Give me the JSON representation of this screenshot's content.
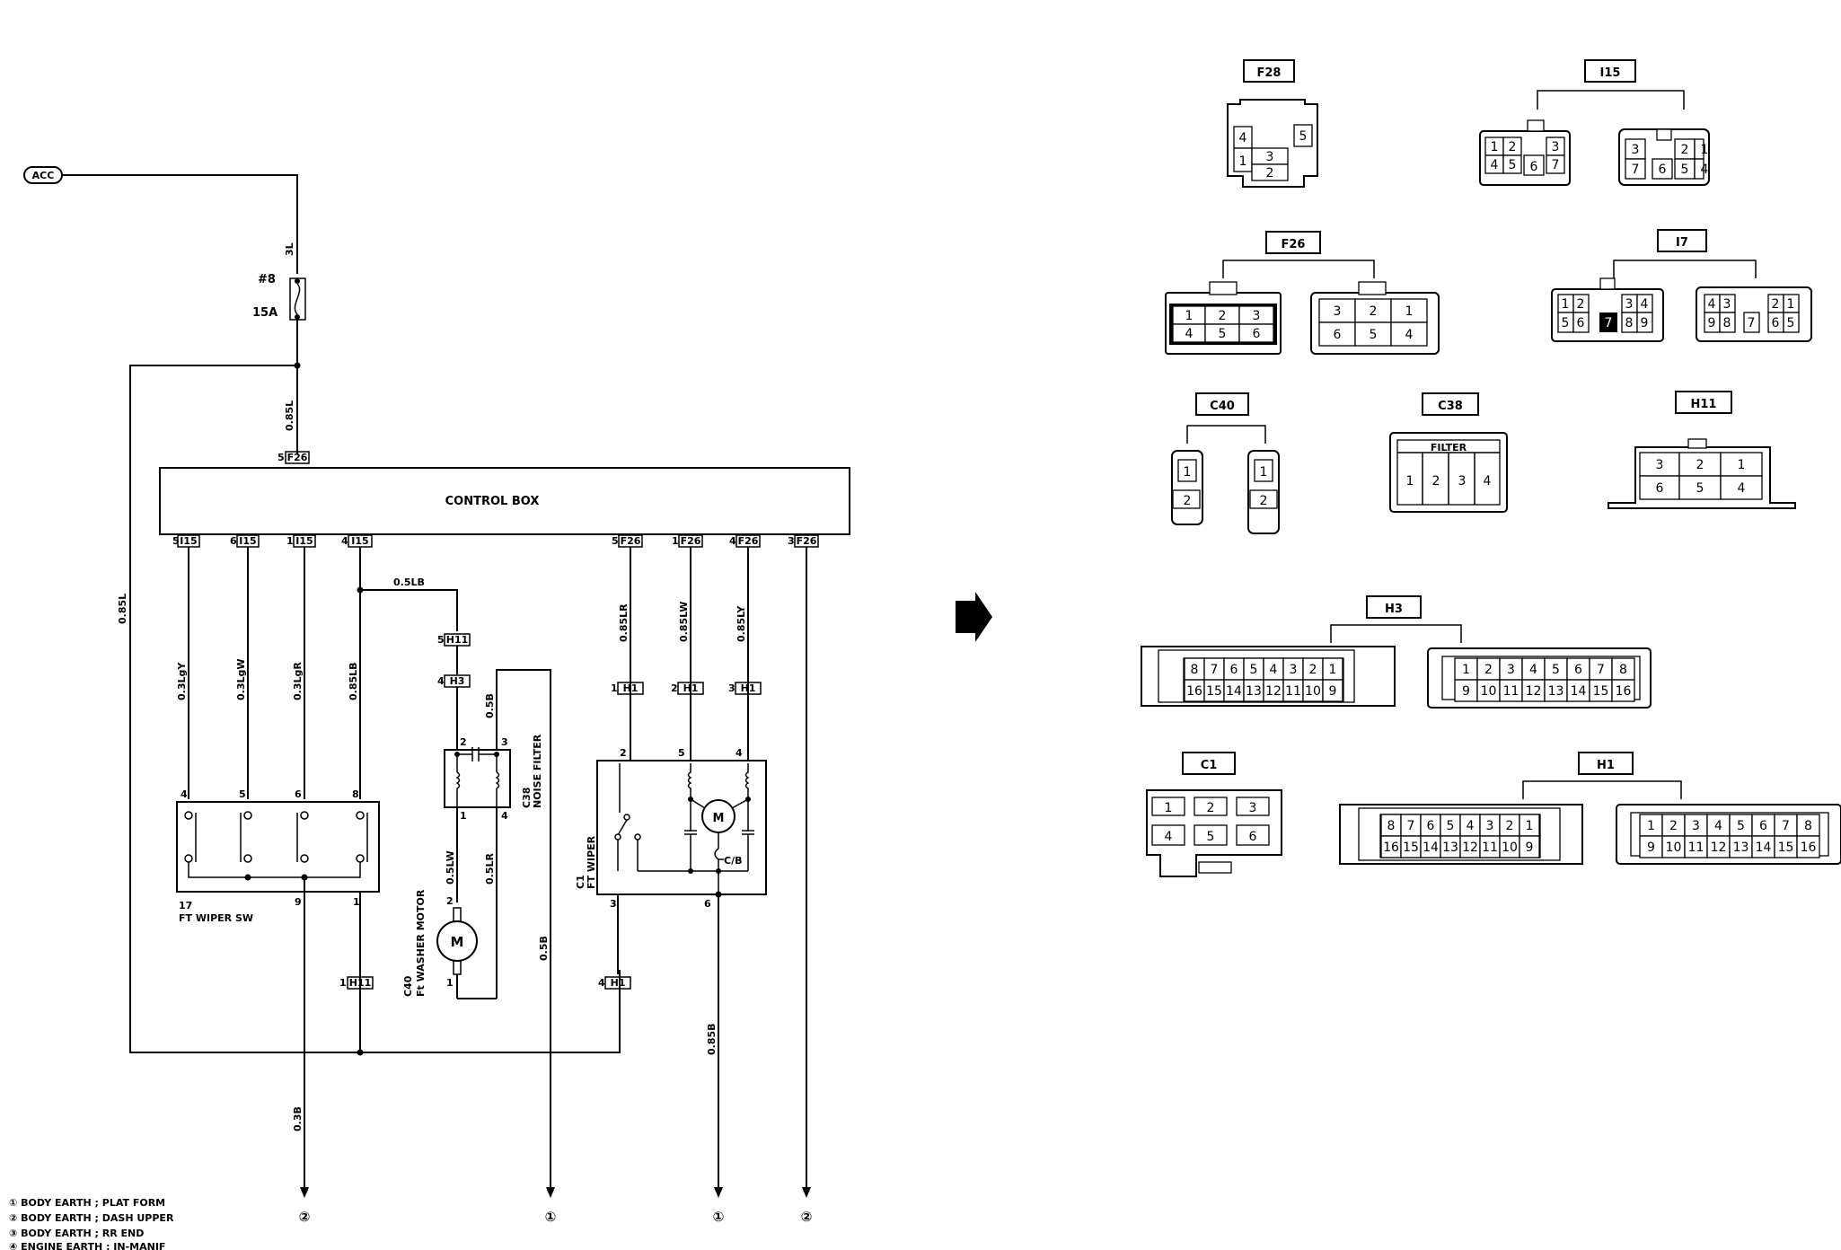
{
  "source": "ACC",
  "fuse": {
    "number": "#8",
    "rating": "15A"
  },
  "control_box": {
    "label": "CONTROL BOX",
    "top_pin": {
      "pin": "5",
      "conn": "F26"
    },
    "bottom_pins": [
      {
        "pin": "5",
        "conn": "I15"
      },
      {
        "pin": "6",
        "conn": "I15"
      },
      {
        "pin": "1",
        "conn": "I15"
      },
      {
        "pin": "4",
        "conn": "I15"
      },
      {
        "pin": "5",
        "conn": "F26"
      },
      {
        "pin": "1",
        "conn": "F26"
      },
      {
        "pin": "4",
        "conn": "F26"
      },
      {
        "pin": "3",
        "conn": "F26"
      }
    ]
  },
  "wires": {
    "w_3l": "3L",
    "w_085l_a": "0.85L",
    "w_085l_b": "0.85L",
    "w_03lgy": "0.3LgY",
    "w_03lgw": "0.3LgW",
    "w_03lgr": "0.3LgR",
    "w_085lb": "0.85LB",
    "w_05lb": "0.5LB",
    "w_05b_a": "0.5B",
    "w_05b_b": "0.5B",
    "w_05lw": "0.5LW",
    "w_05lr": "0.5LR",
    "w_085lr": "0.85LR",
    "w_085lw": "0.85LW",
    "w_085ly": "0.85LY",
    "w_03b": "0.3B",
    "w_085b": "0.85B"
  },
  "inline_connectors": {
    "h11_5": {
      "pin": "5",
      "conn": "H11"
    },
    "h3_4": {
      "pin": "4",
      "conn": "H3"
    },
    "h1_1": {
      "pin": "1",
      "conn": "H1"
    },
    "h1_2": {
      "pin": "2",
      "conn": "H1"
    },
    "h1_3": {
      "pin": "3",
      "conn": "H1"
    },
    "h11_1": {
      "pin": "1",
      "conn": "H11"
    },
    "h1_4": {
      "pin": "4",
      "conn": "H1"
    }
  },
  "components": {
    "wiper_sw": {
      "id": "17",
      "name": "FT WIPER SW",
      "pins_top": [
        "4",
        "5",
        "6",
        "8"
      ],
      "pins_bottom": [
        "9",
        "1"
      ]
    },
    "noise_filter": {
      "id": "C38",
      "name": "NOISE FILTER",
      "pins": [
        "2",
        "3",
        "1",
        "4"
      ]
    },
    "washer_motor": {
      "id": "C40",
      "name": "Ft WASHER MOTOR",
      "motor": "M",
      "pins": [
        "2",
        "1"
      ]
    },
    "wiper": {
      "id": "C1",
      "name": "FT WIPER",
      "motor": "M",
      "pins_top": [
        "2",
        "5",
        "4"
      ],
      "pins_bottom": [
        "3",
        "6"
      ],
      "cb": "C/B"
    }
  },
  "earth_symbols": [
    "②",
    "①",
    "①",
    "②"
  ],
  "legend": [
    "① BODY EARTH ; PLAT FORM",
    "② BODY EARTH ; DASH UPPER",
    "③ BODY EARTH ; RR END",
    "④ ENGINE EARTH ; IN-MANIF"
  ],
  "connectors": {
    "F28": {
      "title": "F28",
      "pins": [
        "4",
        "5",
        "1",
        "3",
        "2"
      ]
    },
    "I15": {
      "title": "I15",
      "left": [
        "1",
        "2",
        "3",
        "4",
        "5",
        "6",
        "7"
      ],
      "right": [
        "3",
        "2",
        "1",
        "7",
        "6",
        "5",
        "4"
      ]
    },
    "F26": {
      "title": "F26",
      "left": [
        "1",
        "2",
        "3",
        "4",
        "5",
        "6"
      ],
      "right": [
        "3",
        "2",
        "1",
        "6",
        "5",
        "4"
      ]
    },
    "I7": {
      "title": "I7",
      "left": [
        "1",
        "2",
        "3",
        "4",
        "5",
        "6",
        "7",
        "8",
        "9"
      ],
      "right": [
        "4",
        "3",
        "2",
        "1",
        "9",
        "8",
        "7",
        "6",
        "5"
      ]
    },
    "C40": {
      "title": "C40",
      "pins": [
        "1",
        "2"
      ]
    },
    "C38": {
      "title": "C38",
      "caption": "FILTER",
      "pins": [
        "1",
        "2",
        "3",
        "4"
      ]
    },
    "H11": {
      "title": "H11",
      "pins": [
        "3",
        "2",
        "1",
        "6",
        "5",
        "4"
      ]
    },
    "H3": {
      "title": "H3",
      "left_top": [
        "8",
        "7",
        "6",
        "5",
        "4",
        "3",
        "2",
        "1"
      ],
      "left_bottom": [
        "16",
        "15",
        "14",
        "13",
        "12",
        "11",
        "10",
        "9"
      ],
      "right_top": [
        "1",
        "2",
        "3",
        "4",
        "5",
        "6",
        "7",
        "8"
      ],
      "right_bottom": [
        "9",
        "10",
        "11",
        "12",
        "13",
        "14",
        "15",
        "16"
      ]
    },
    "C1": {
      "title": "C1",
      "pins": [
        "1",
        "2",
        "3",
        "4",
        "5",
        "6"
      ]
    },
    "H1": {
      "title": "H1",
      "left_top": [
        "8",
        "7",
        "6",
        "5",
        "4",
        "3",
        "2",
        "1"
      ],
      "left_bottom": [
        "16",
        "15",
        "14",
        "13",
        "12",
        "11",
        "10",
        "9"
      ],
      "right_top": [
        "1",
        "2",
        "3",
        "4",
        "5",
        "6",
        "7",
        "8"
      ],
      "right_bottom": [
        "9",
        "10",
        "11",
        "12",
        "13",
        "14",
        "15",
        "16"
      ]
    }
  }
}
